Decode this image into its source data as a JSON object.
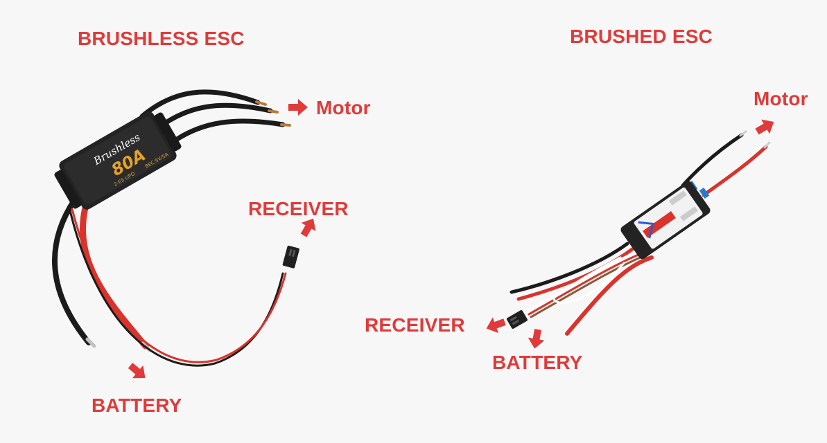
{
  "titles": {
    "brushless": "BRUSHLESS ESC",
    "brushed": "BRUSHED ESC"
  },
  "brushless": {
    "motor_label": "Motor",
    "receiver_label": "RECEIVER",
    "battery_label": "BATTERY",
    "esc_brand": "Brushless",
    "esc_rating": "80A",
    "esc_cells": "2-6S LiPO",
    "esc_bec": "BEC:5V/5A"
  },
  "brushed": {
    "motor_label": "Motor",
    "receiver_label": "RECEIVER",
    "battery_label": "BATTERY"
  },
  "colors": {
    "label_red": "#e03a3a",
    "wire_red": "#d9332b",
    "wire_black": "#1b1b1b",
    "esc_body": "#232323",
    "esc_text_gold": "#e3a22a",
    "background": "#f7f7f7"
  },
  "icons": [
    "arrow-icon"
  ]
}
